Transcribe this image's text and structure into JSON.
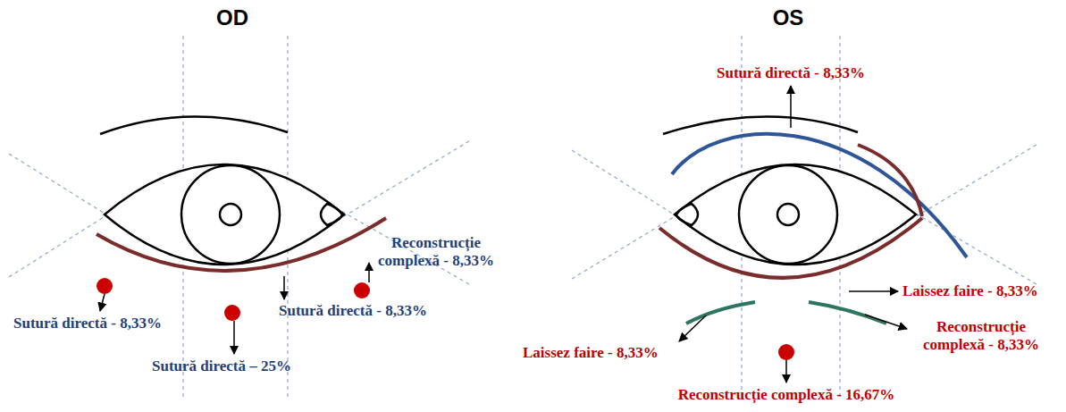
{
  "diagram": {
    "labels": [
      "OD",
      "OS",
      "Reconstrucție complexă - 8,33%",
      "Sutură directă - 8,33%",
      "Sutură directă - 8,33%",
      "Sutură directă – 25%",
      "Sutură directă - 8,33%",
      "Laissez faire - 8,33%",
      "Laissez faire - 8,33%",
      "Reconstrucție complexă - 8,33%",
      "Reconstrucție complexă - 16,67%"
    ]
  }
}
